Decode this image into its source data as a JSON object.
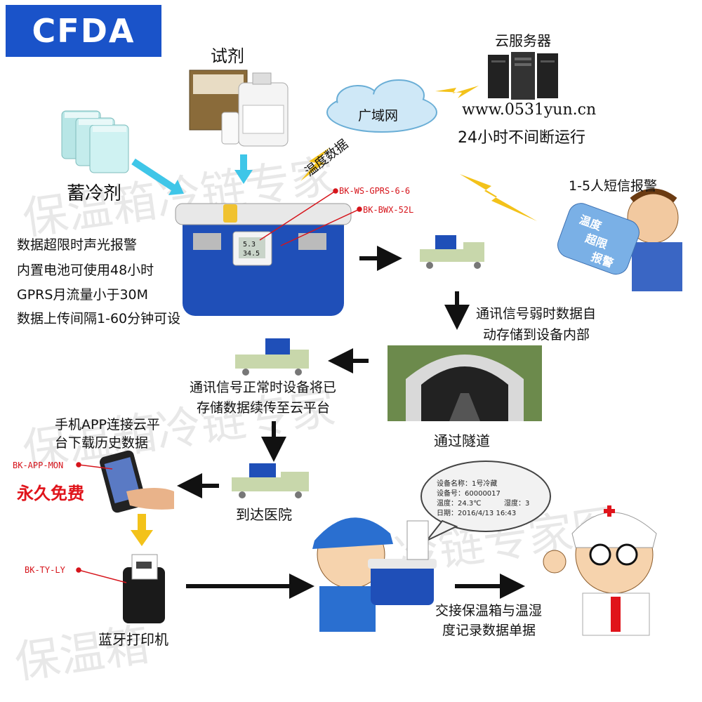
{
  "logo": "CFDA",
  "watermark": [
    "保温箱冷链专家",
    "保温箱冷链专家",
    "冷链专家图",
    "保温箱"
  ],
  "labels": {
    "reagent": "试剂",
    "cold_pack": "蓄冷剂",
    "cloud_server": "云服务器",
    "wan": "广域网",
    "url": "www.0531yun.cn",
    "uptime": "24小时不间断运行",
    "temp_data": "温度数据",
    "sms_alarm": "1-5人短信报警",
    "phone_screen": [
      "温度",
      "超限",
      "报警"
    ],
    "tunnel": "通过隧道",
    "hospital": "到达医院",
    "printer": "蓝牙打印机",
    "handover_1": "交接保温箱与温湿",
    "handover_2": "度记录数据单据",
    "free": "永久免费",
    "weak_signal_1": "通讯信号弱时数据自",
    "weak_signal_2": "动存储到设备内部",
    "normal_signal_1": "通讯信号正常时设备将已",
    "normal_signal_2": "存储数据续传至云平台",
    "app_1": "手机APP连接云平",
    "app_2": "台下载历史数据"
  },
  "features": [
    "数据超限时声光报警",
    "内置电池可使用48小时",
    "GPRS月流量小于30M",
    "数据上传间隔1-60分钟可设"
  ],
  "model_tags": {
    "gprs": "BK-WS-GPRS-6-6",
    "bwx": "BK-BWX-52L",
    "app": "BK-APP-MON",
    "printer": "BK-TY-LY"
  },
  "device_display": [
    "5.3",
    "34.5"
  ],
  "receipt": {
    "lines": [
      "设备名称：1号冷藏",
      "设备号：60000017",
      "温度：24.3℃",
      "湿度：3",
      "日期：2016/4/13 16:43"
    ]
  },
  "colors": {
    "logo_bg": "#1a53c9",
    "box_blue": "#1f4fb8",
    "arrow_cyan": "#3fc6e8",
    "arrow_yellow": "#f3c21a",
    "tag_red": "#d6141b",
    "truck_cab": "#c8d7ab"
  }
}
